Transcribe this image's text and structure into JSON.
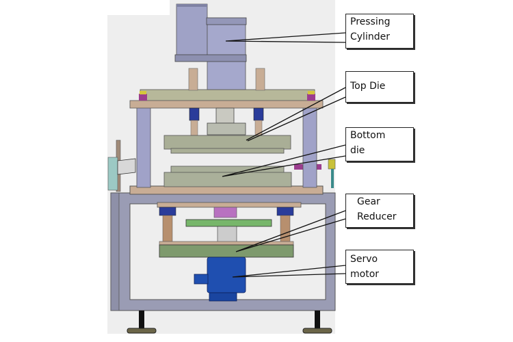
{
  "diagram": {
    "title": "",
    "subject": "Servo press machine assembly",
    "labels": [
      {
        "id": "pressing-cylinder",
        "lines": [
          "Pressing",
          "Cylinder"
        ]
      },
      {
        "id": "top-die",
        "lines": [
          "Top Die"
        ]
      },
      {
        "id": "bottom-die",
        "lines": [
          "Bottom",
          "die"
        ]
      },
      {
        "id": "gear-reducer",
        "lines": [
          "Gear",
          "Reducer"
        ]
      },
      {
        "id": "servo-motor",
        "lines": [
          "Servo motor"
        ]
      }
    ],
    "colors": {
      "background_panel": "#eeeeee",
      "frame": "#9a9cb4",
      "cylinder": "#9fa2c6",
      "plate_tan": "#c8ad95",
      "plate_olive": "#b5b79a",
      "die": "#a9ae96",
      "bushing_blue": "#2a3c9a",
      "gear_green": "#77b66a",
      "reducer_purple": "#b871c0",
      "motor_blue": "#1f4fb0",
      "base_green": "#7e9a6d"
    }
  }
}
